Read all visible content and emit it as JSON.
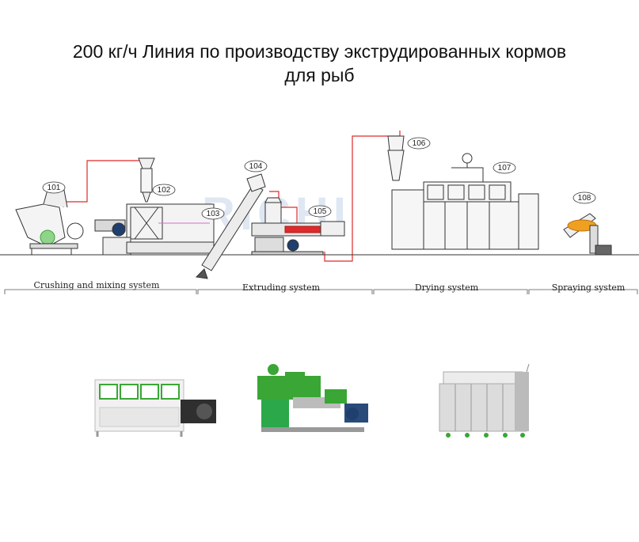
{
  "title": {
    "line1": "200 кг/ч Линия по производству экструдированных кормов",
    "line2": "для рыб"
  },
  "machine_tags": [
    "101",
    "102",
    "103",
    "104",
    "105",
    "106",
    "107",
    "108"
  ],
  "sections": [
    {
      "label": "Crushing and mixing system"
    },
    {
      "label": "Extruding system"
    },
    {
      "label": "Drying system"
    },
    {
      "label": "Spraying system"
    }
  ],
  "watermark": "RICHI",
  "colors": {
    "pipe": "#e02a2a",
    "machine_line": "#333333",
    "green_machine": "#3aa635",
    "blue_motor": "#1f3f6e",
    "oil": "#f0a020"
  }
}
